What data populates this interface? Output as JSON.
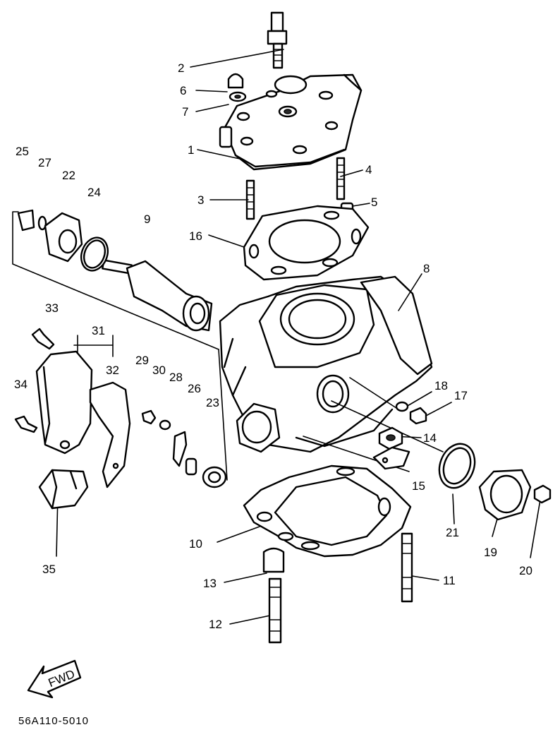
{
  "diagram": {
    "doc_code": "56A110-5010",
    "fwd_label": "FWD",
    "callouts": [
      "1",
      "2",
      "3",
      "4",
      "5",
      "6",
      "7",
      "8",
      "9",
      "10",
      "11",
      "12",
      "13",
      "14",
      "15",
      "16",
      "17",
      "18",
      "19",
      "20",
      "21",
      "22",
      "23",
      "24",
      "25",
      "26",
      "27",
      "28",
      "29",
      "30",
      "31",
      "32",
      "33",
      "34",
      "35"
    ]
  }
}
